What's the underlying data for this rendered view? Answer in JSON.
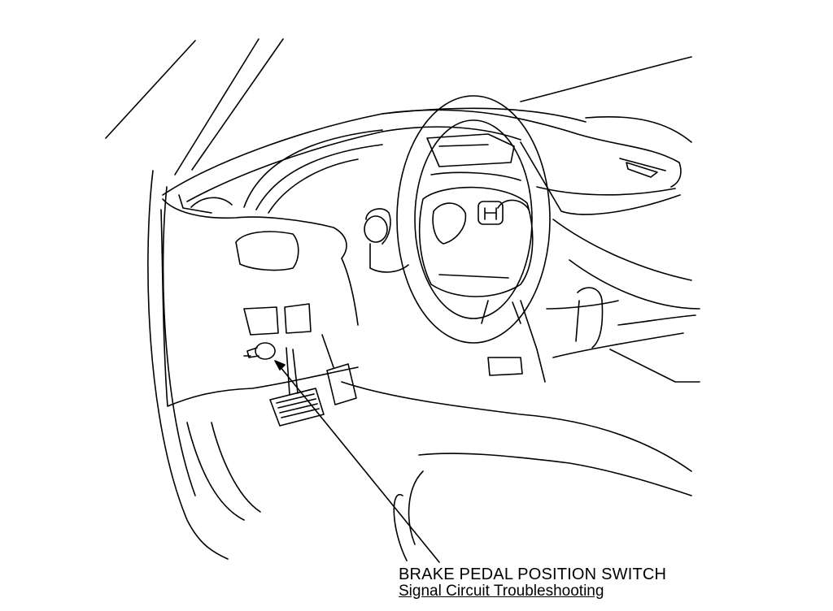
{
  "caption": {
    "title": "BRAKE PEDAL POSITION SWITCH",
    "link": "Signal Circuit Troubleshooting"
  },
  "illustration": {
    "subject": "vehicle interior line drawing showing driver-side dashboard, steering wheel and pedal area",
    "callout_target": "brake-pedal-position-switch"
  },
  "colors": {
    "line": "#000000",
    "background": "#ffffff"
  }
}
